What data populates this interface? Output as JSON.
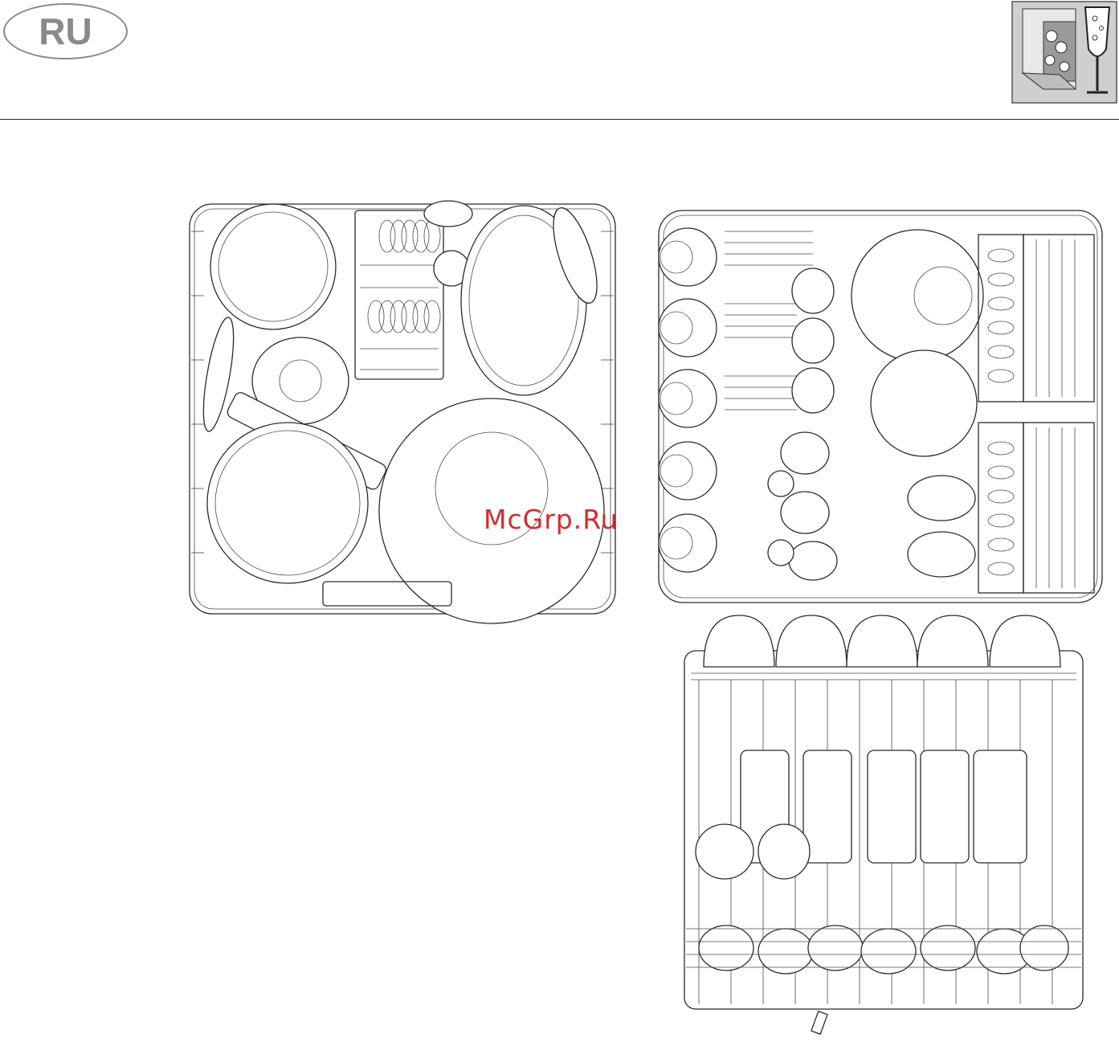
{
  "header": {
    "language_code": "RU",
    "section_icon": "dishwasher-wineglass-icon"
  },
  "watermark": {
    "text": "McGrp.Ru",
    "color": "#d42b2b"
  },
  "figures": [
    {
      "name": "lower-rack-loaded-top-view",
      "icon": "lower-rack-icon"
    },
    {
      "name": "upper-rack-loaded-top-view",
      "icon": "upper-rack-icon"
    },
    {
      "name": "upper-rack-loaded-front-view",
      "icon": "upper-rack-front-icon"
    }
  ]
}
